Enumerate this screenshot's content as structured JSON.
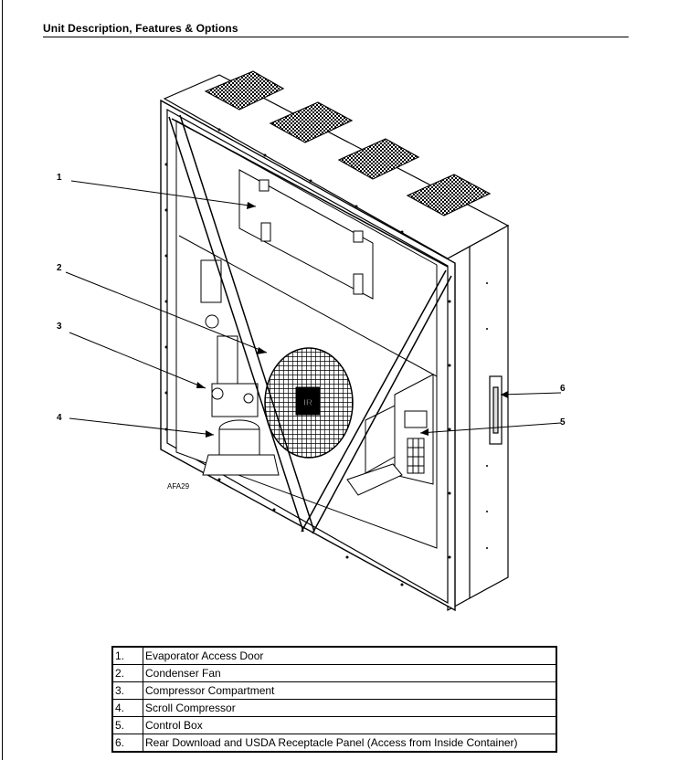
{
  "header": {
    "title": "Unit Description, Features & Options"
  },
  "figure": {
    "id_label": "AFA29",
    "callouts": [
      "1",
      "2",
      "3",
      "4",
      "5",
      "6"
    ]
  },
  "legend": {
    "rows": [
      {
        "num": "1.",
        "label": "Evaporator Access Door"
      },
      {
        "num": "2.",
        "label": "Condenser Fan"
      },
      {
        "num": "3.",
        "label": "Compressor Compartment"
      },
      {
        "num": "4.",
        "label": "Scroll Compressor"
      },
      {
        "num": "5.",
        "label": "Control Box"
      },
      {
        "num": "6.",
        "label": "Rear Download and USDA Receptacle Panel (Access from Inside Container)"
      }
    ]
  }
}
